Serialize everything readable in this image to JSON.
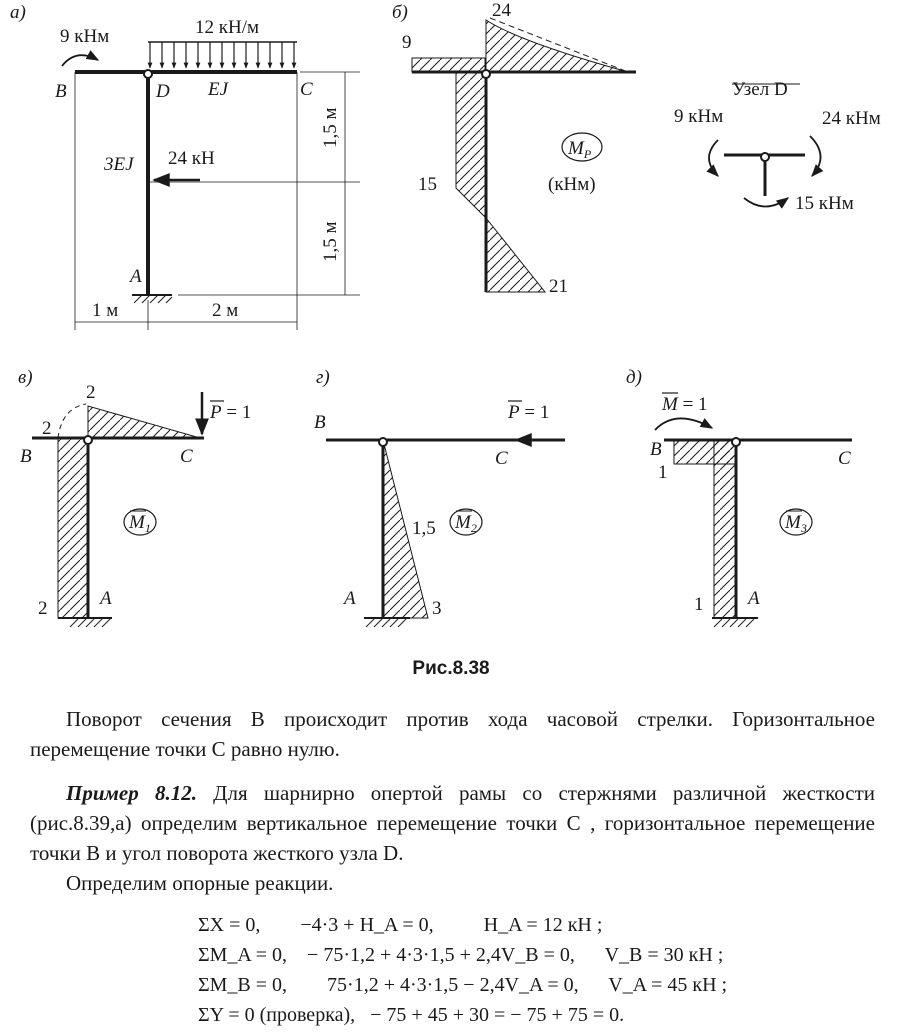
{
  "figure": {
    "a": {
      "label": "а)",
      "moment": "9 кНм",
      "load": "12 кН/м",
      "force": "24 кН",
      "B": "B",
      "D": "D",
      "C": "C",
      "A": "A",
      "ej": "EJ",
      "ej3": "3EJ",
      "dim_v1": "1,5 м",
      "dim_v2": "1,5 м",
      "dim_h1": "1 м",
      "dim_h2": "2 м"
    },
    "b": {
      "label": "б)",
      "v24": "24",
      "v9": "9",
      "v15": "15",
      "v21": "21",
      "mp": "M",
      "mp_sub": "P",
      "unit": "(кНм)"
    },
    "node": {
      "title": "Узел D",
      "m9": "9 кНм",
      "m24": "24 кНм",
      "m15": "15 кНм"
    },
    "v": {
      "label": "в)",
      "v2top": "2",
      "v2left": "2",
      "v2bot": "2",
      "p": "P",
      "p_eq": " = 1",
      "B": "B",
      "C": "C",
      "A": "A",
      "m": "M",
      "m_sub": "1"
    },
    "g": {
      "label": "г)",
      "p": "P",
      "p_eq": " = 1",
      "B": "B",
      "C": "C",
      "A": "A",
      "v15": "1,5",
      "v3": "3",
      "m": "M",
      "m_sub": "2"
    },
    "d": {
      "label": "д)",
      "m_load": "M",
      "m_eq": " = 1",
      "B": "B",
      "C": "C",
      "A": "A",
      "v1a": "1",
      "v1b": "1",
      "m": "M",
      "m_sub": "3"
    },
    "caption": "Рис.8.38"
  },
  "text": {
    "p1": "Поворот сечения  B  происходит против хода часовой стрелки. Горизонтальное перемещение точки  C  равно нулю.",
    "p2_bold": "Пример 8.12.",
    "p2_rest": "  Для шарнирно опертой рамы со стержнями различной жесткости (рис.8.39,а) определим вертикальное перемещение точки  C , горизонтальное перемещение точки  B  и угол поворота жесткого узла  D.",
    "p3": "Определим опорные реакции.",
    "eq1": "ΣX = 0,        −4·3 + H_A = 0,          H_A = 12 кН ;",
    "eq2": "ΣM_A = 0,    − 75·1,2 + 4·3·1,5 + 2,4V_B = 0,      V_B = 30 кН ;",
    "eq3": "ΣM_B = 0,        75·1,2 + 4·3·1,5 − 2,4V_A = 0,      V_A = 45 кН ;",
    "eq4": "ΣY = 0 (проверка),   − 75 + 45 + 30 = − 75 + 75 = 0."
  }
}
